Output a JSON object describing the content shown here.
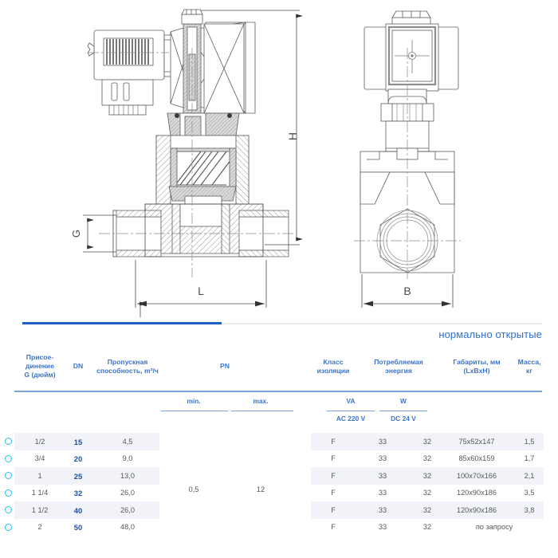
{
  "drawing": {
    "section_view_label": "cross-section-valve",
    "front_view_label": "front-view-valve",
    "dimensions": {
      "height": "H",
      "length": "L",
      "port": "G",
      "width": "B"
    }
  },
  "caption": "нормально открытые",
  "colors": {
    "accent_blue": "#1f5fc4",
    "header_blue": "#3b74c8",
    "dn_blue": "#1d4fa8",
    "marker_cyan": "#29bfe8",
    "band_grey": "#f1f3f8",
    "rule_blue": "#7aa3dc"
  },
  "table": {
    "headers": {
      "connection": "Присое-\nдинение\nG (дюйм)",
      "connection_l1": "Присое-",
      "connection_l2": "динение",
      "connection_l3": "G (дюйм)",
      "dn": "DN",
      "kv_l1": "Пропускная",
      "kv_l2": "способность, m³/ч",
      "pn": "PN",
      "insulation_l1": "Класс",
      "insulation_l2": "изоляции",
      "power_l1": "Потребляемая",
      "power_l2": "энергия",
      "dims_l1": "Габариты, мм",
      "dims_l2": "(LxBxH)",
      "mass_l1": "Масса,",
      "mass_l2": "кг"
    },
    "subheaders": {
      "pn_min": "min.",
      "pn_max": "max.",
      "va": "VA",
      "w": "W",
      "va_note": "AC 220 V",
      "w_note": "DC 24 V"
    },
    "pn_merged": {
      "min": "0,5",
      "max": "12"
    },
    "rows": [
      {
        "connection": "1/2",
        "dn": "15",
        "kv": "4,5",
        "insulation": "F",
        "va": "33",
        "w": "32",
        "dims": "75x52x147",
        "mass": "1,5"
      },
      {
        "connection": "3/4",
        "dn": "20",
        "kv": "9,0",
        "insulation": "F",
        "va": "33",
        "w": "32",
        "dims": "85x60x159",
        "mass": "1,7"
      },
      {
        "connection": "1",
        "dn": "25",
        "kv": "13,0",
        "insulation": "F",
        "va": "33",
        "w": "32",
        "dims": "100x70x166",
        "mass": "2,1"
      },
      {
        "connection": "1 1/4",
        "dn": "32",
        "kv": "26,0",
        "insulation": "F",
        "va": "33",
        "w": "32",
        "dims": "120x90x186",
        "mass": "3,5"
      },
      {
        "connection": "1 1/2",
        "dn": "40",
        "kv": "26,0",
        "insulation": "F",
        "va": "33",
        "w": "32",
        "dims": "120x90x186",
        "mass": "3,8"
      },
      {
        "connection": "2",
        "dn": "50",
        "kv": "48,0",
        "insulation": "F",
        "va": "33",
        "w": "32",
        "dims": "по запросу",
        "mass": ""
      }
    ]
  }
}
